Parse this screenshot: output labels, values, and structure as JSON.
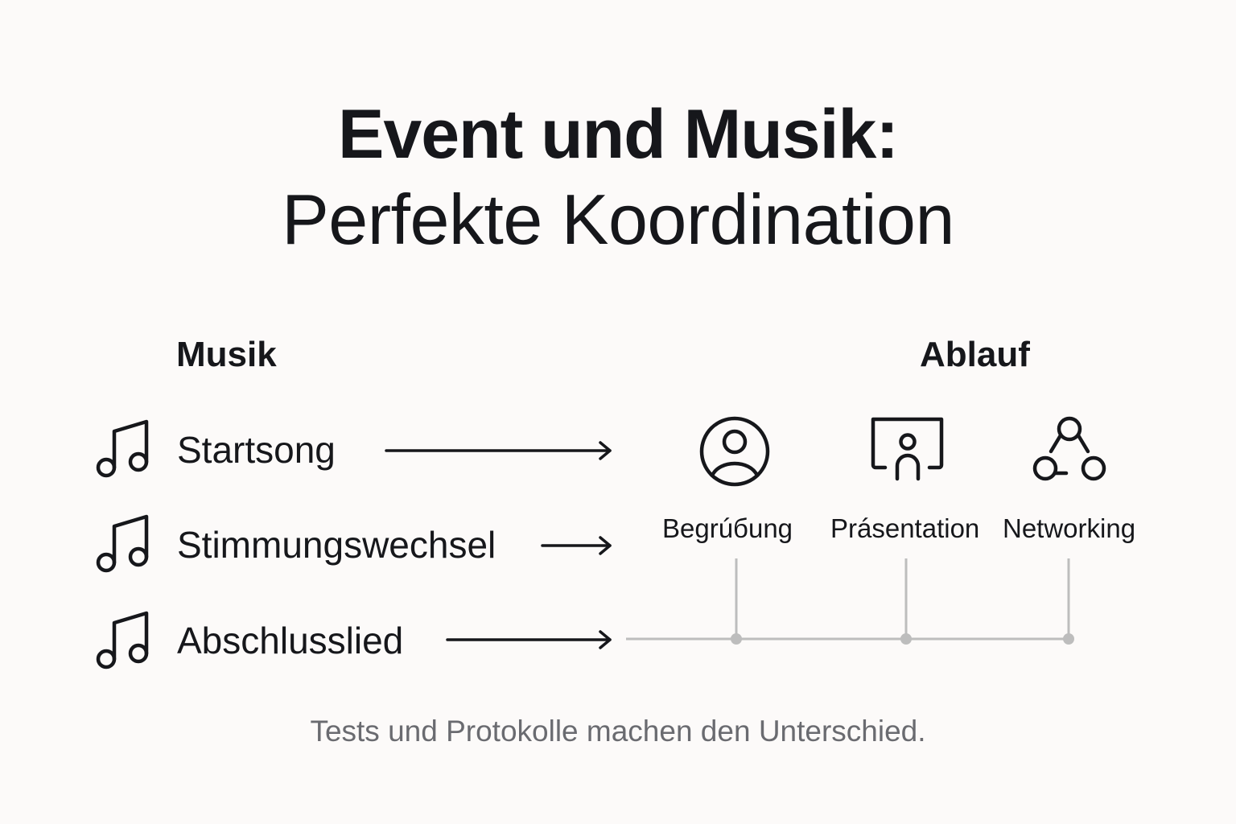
{
  "title": {
    "line1": "Event und Musik:",
    "line2": "Perfekte Koordination"
  },
  "music": {
    "heading": "Musik",
    "items": [
      {
        "icon": "music-note-icon",
        "label": "Startsong"
      },
      {
        "icon": "music-note-icon",
        "label": "Stimmungswechsel"
      },
      {
        "icon": "music-note-icon",
        "label": "Abschlusslied"
      }
    ]
  },
  "schedule": {
    "heading": "Ablauf",
    "stages": [
      {
        "icon": "user-circle-icon",
        "label": "Begrúбung"
      },
      {
        "icon": "presentation-icon",
        "label": "Prásentation"
      },
      {
        "icon": "network-icon",
        "label": "Networking"
      }
    ]
  },
  "colors": {
    "background": "#fcfaf9",
    "text": "#16171b",
    "timeline": "#bdbdbd",
    "footer": "#6a6b70"
  },
  "footer": {
    "text": "Tests und Protokolle machen den Unterschied."
  }
}
